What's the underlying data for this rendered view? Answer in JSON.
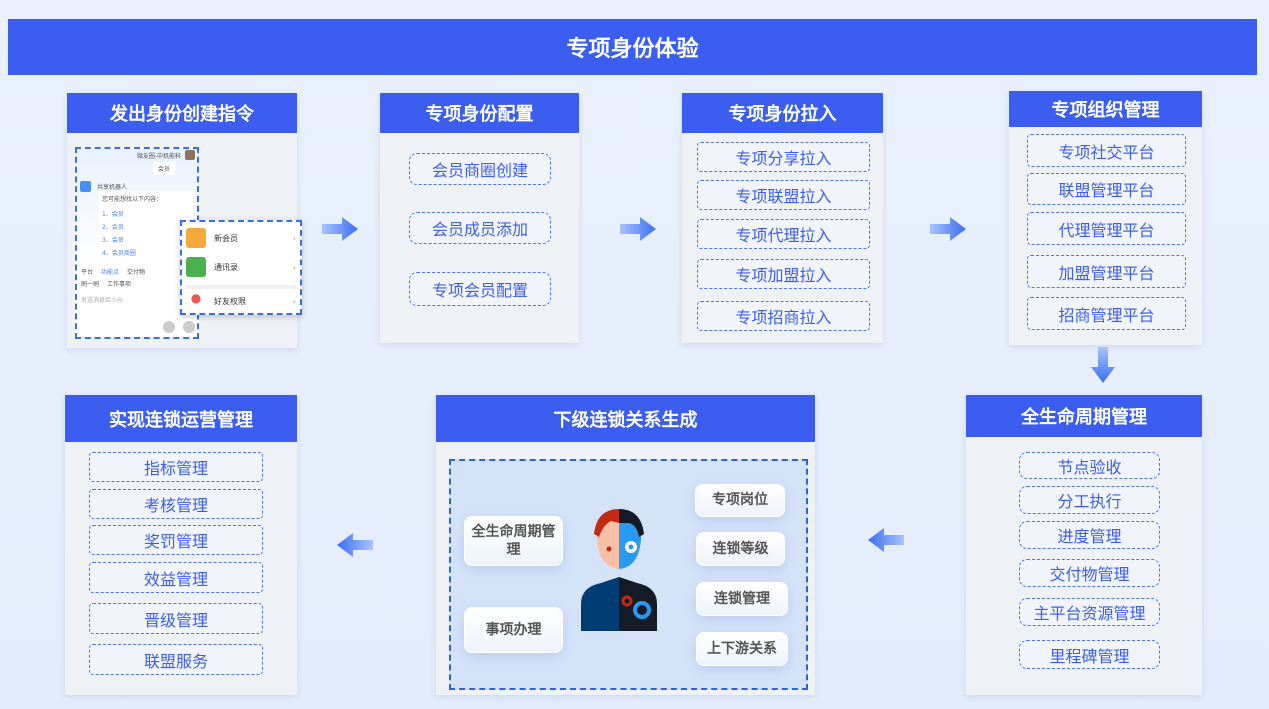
{
  "title": "专项身份体验",
  "cards": {
    "c1": {
      "title": "发出身份创建指令",
      "chat": {
        "user": "微友圈-中机能科",
        "user_msg": "会员",
        "bot_name": "共享机器人",
        "bot_prompt": "您可能想找以下内容：",
        "options": [
          "1、会员",
          "2、会员",
          "3、会员",
          "4、会员商圈"
        ],
        "toolbar": [
          "平台",
          "功能点",
          "交付物",
          "刷一刷",
          "工作事项"
        ],
        "input_placeholder": "发送消息给小元"
      },
      "popup": [
        "新会员",
        "通讯录",
        "好友权限"
      ]
    },
    "c2": {
      "title": "专项身份配置",
      "items": [
        "会员商圈创建",
        "会员成员添加",
        "专项会员配置"
      ]
    },
    "c3": {
      "title": "专项身份拉入",
      "items": [
        "专项分享拉入",
        "专项联盟拉入",
        "专项代理拉入",
        "专项加盟拉入",
        "专项招商拉入"
      ]
    },
    "c4": {
      "title": "专项组织管理",
      "items": [
        "专项社交平台",
        "联盟管理平台",
        "代理管理平台",
        "加盟管理平台",
        "招商管理平台"
      ]
    },
    "c5": {
      "title": "实现连锁运营管理",
      "items": [
        "指标管理",
        "考核管理",
        "奖罚管理",
        "效益管理",
        "晋级管理",
        "联盟服务"
      ]
    },
    "c6": {
      "title": "下级连锁关系生成",
      "left": [
        "全生命周期管理",
        "事项办理"
      ],
      "right": [
        "专项岗位",
        "连锁等级",
        "连锁管理",
        "上下游关系"
      ]
    },
    "c7": {
      "title": "全生命周期管理",
      "items": [
        "节点验收",
        "分工执行",
        "进度管理",
        "交付物管理",
        "主平台资源管理",
        "里程碑管理"
      ]
    }
  },
  "colors": {
    "primary": "#3b5ef0"
  }
}
